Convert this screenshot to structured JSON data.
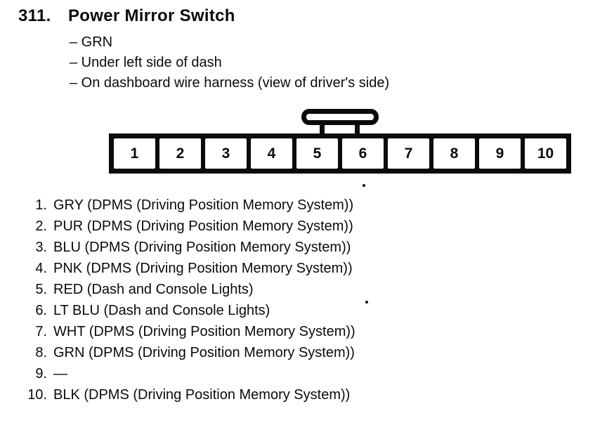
{
  "doc": {
    "item_number": "311.",
    "title": "Power Mirror Switch",
    "details": [
      "– GRN",
      "– Under left side of dash",
      "– On dashboard wire harness (view of driver's side)"
    ]
  },
  "connector": {
    "description": "10-cavity connector, front view, latch tab between pins 5 and 6",
    "pins": [
      "1",
      "2",
      "3",
      "4",
      "5",
      "6",
      "7",
      "8",
      "9",
      "10"
    ]
  },
  "pin_list": [
    {
      "num": "1.",
      "desc": "GRY (DPMS (Driving Position Memory System))"
    },
    {
      "num": "2.",
      "desc": "PUR (DPMS (Driving Position Memory System))"
    },
    {
      "num": "3.",
      "desc": "BLU (DPMS (Driving Position Memory System))"
    },
    {
      "num": "4.",
      "desc": "PNK (DPMS (Driving Position Memory System))"
    },
    {
      "num": "5.",
      "desc": "RED (Dash and Console Lights)"
    },
    {
      "num": "6.",
      "desc": "LT BLU (Dash and Console Lights)"
    },
    {
      "num": "7.",
      "desc": "WHT (DPMS (Driving Position Memory System))"
    },
    {
      "num": "8.",
      "desc": "GRN (DPMS (Driving Position Memory System))"
    },
    {
      "num": "9.",
      "desc": "—"
    },
    {
      "num": "10.",
      "desc": "BLK (DPMS (Driving Position Memory System))"
    }
  ],
  "colors": {
    "ink": "#0b0b0b",
    "paper": "#ffffff"
  }
}
